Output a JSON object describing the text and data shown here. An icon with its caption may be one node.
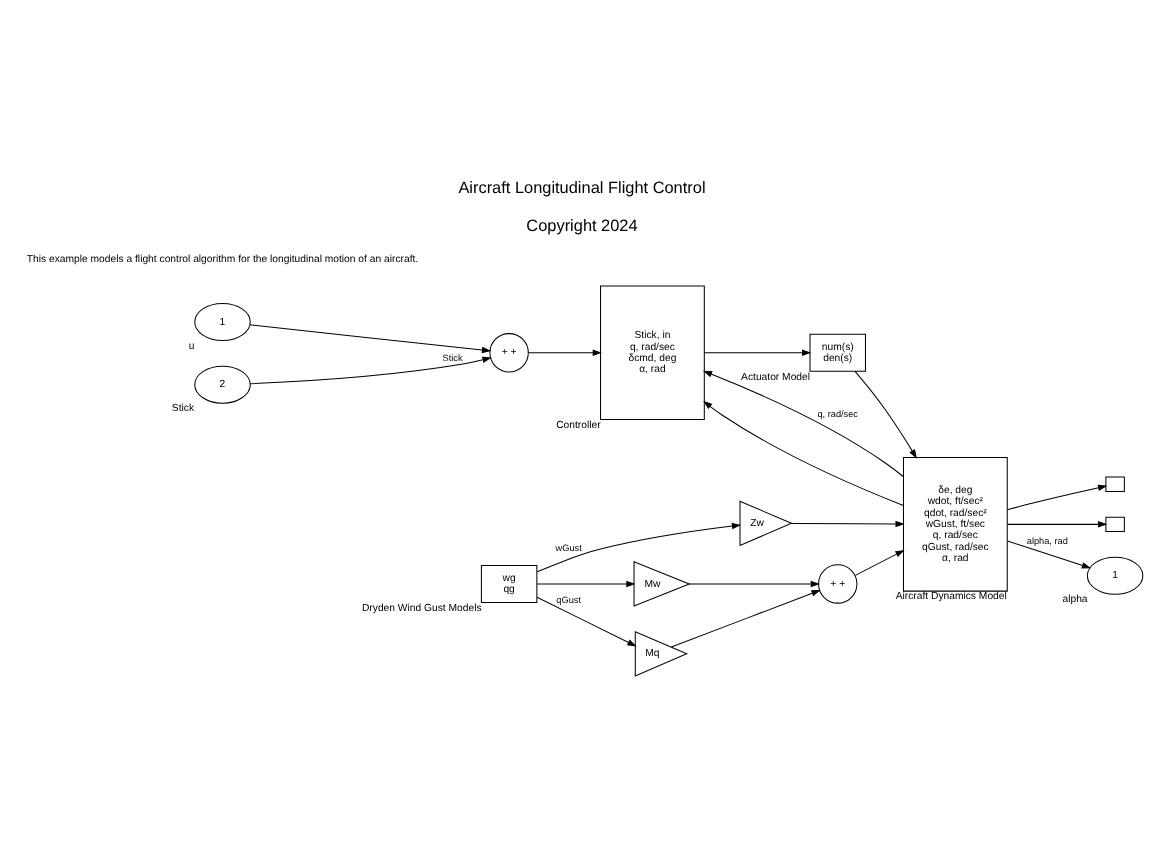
{
  "diagram": {
    "title": "Aircraft Longitudinal Flight Control",
    "caption": "Copyright 2024",
    "nodes": [
      {
        "text": [
          "1"
        ],
        "beside": [
          "u"
        ]
      },
      {
        "text": [
          "2"
        ],
        "beside": [
          "Stick"
        ]
      },
      {
        "text": [
          "+ +"
        ]
      },
      {
        "text": [
          "Stick, in",
          "q, rad/sec",
          "δcmd, deg",
          "α, rad"
        ],
        "beside": [
          "Controller"
        ]
      },
      {
        "text": [
          "num(s)",
          "den(s)"
        ],
        "beside": [
          "Actuator Model"
        ]
      },
      {
        "text": [
          "δe, deg",
          "wdot, ft/sec²",
          "qdot, rad/sec²",
          "wGust, ft/sec",
          "q, rad/sec",
          "qGust, rad/sec",
          "α, rad"
        ],
        "beside": [
          "Aircraft Dynamics Model"
        ]
      },
      {
        "text": [],
        "shape": "box"
      },
      {
        "text": [],
        "shape": "box"
      },
      {
        "text": [
          "wg",
          "qg"
        ],
        "beside": [
          "Dryden Wind Gust Models"
        ]
      },
      {
        "text": [
          "Zw"
        ]
      },
      {
        "text": [
          "Mw"
        ]
      },
      {
        "text": [
          "Mq"
        ]
      },
      {
        "text": [
          "+ +"
        ]
      },
      {
        "text": [
          "1"
        ],
        "beside": [
          "alpha"
        ]
      }
    ],
    "edges": [
      {
        "from": 0,
        "to": 2,
        "arrow": "to"
      },
      {
        "from": 1,
        "to": 2,
        "arrow": "to",
        "label": "Stick"
      },
      {
        "from": 2,
        "to": 3,
        "arrow": "to"
      },
      {
        "from": 3,
        "to": 4,
        "arrow": "to"
      },
      {
        "from": 4,
        "to": 5,
        "arrow": "to"
      },
      {
        "from": 5,
        "to": 6,
        "arrow": "to"
      },
      {
        "from": 5,
        "to": 7,
        "arrow": "to"
      },
      {
        "from": 8,
        "to": 9,
        "arrow": "to",
        "label": "wGust"
      },
      {
        "from": 8,
        "to": 10,
        "arrow": "to"
      },
      {
        "from": 8,
        "to": 11,
        "arrow": "to",
        "label": "qGust"
      },
      {
        "from": 9,
        "to": 5,
        "arrow": "to"
      },
      {
        "from": 10,
        "to": 12,
        "arrow": "to"
      },
      {
        "from": 11,
        "to": 12,
        "arrow": "to"
      },
      {
        "from": 12,
        "to": 5,
        "arrow": "to"
      },
      {
        "from": 5,
        "to": 3,
        "arrow": "to",
        "label": "q, rad/sec"
      },
      {
        "from": 5,
        "to": 3,
        "arrow": "to"
      },
      {
        "from": 5,
        "to": 13,
        "arrow": "to",
        "label": "alpha, rad"
      }
    ],
    "labels": [
      "This example models a flight control algorithm for the longitudinal motion of an aircraft."
    ]
  }
}
